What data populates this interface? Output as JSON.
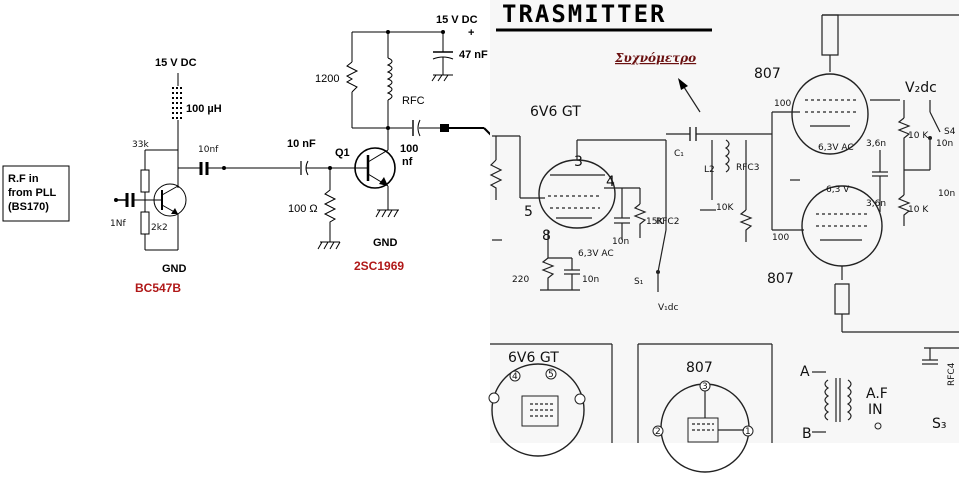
{
  "left": {
    "rf_box": [
      "R.F in",
      "from PLL",
      "(BS170)"
    ],
    "supply1": "15 V DC",
    "choke1": "100 µH",
    "r_33k": "33k",
    "c_10nf": "10nf",
    "c_1nf": "1Nf",
    "r_2k2": "2k2",
    "gnd1": "GND",
    "transistor1": "BC547B",
    "supply2": "15 V DC",
    "plus": "+",
    "c_47nf": "47 nF",
    "r_1200": "1200",
    "rfc": "RFC",
    "c_10nF": "10 nF",
    "q1": "Q1",
    "c_100nf_a": "100",
    "c_100nf_b": "nf",
    "r_100": "100 Ω",
    "gnd2": "GND",
    "transistor2": "2SC1969"
  },
  "right": {
    "title": "TRASMITTER",
    "meter": "Συχνόμετρο",
    "tube_6v6": "6V6 GT",
    "tube_807_top": "807",
    "tube_807_bottom": "807",
    "v2dc": "V₂dc",
    "v1dc": "V₁dc",
    "s1": "S₁",
    "s4": "S4",
    "s3": "S₃",
    "pin5": "5",
    "pin3": "3",
    "pin4": "4",
    "pin8": "8",
    "c1": "C₁",
    "rfc2": "RFC2",
    "rfc3": "RFC3",
    "l2": "L2",
    "r_15k": "15K",
    "r_10k": "10K",
    "c_10n": "10n",
    "r_220": "220",
    "c_10n_b": "10n",
    "heater1": "6,3V AC",
    "heater2": "6,3V AC",
    "heater3": "6,3 V",
    "r_100_a": "100",
    "r_100_b": "100",
    "c_3n6_a": "3,6n",
    "c_3n6_b": "3,6n",
    "r_10k_a": "10 K",
    "r_10k_b": "10 K",
    "c_10n_c": "10n",
    "c_10n_d": "10n",
    "rfc4": "RFC4",
    "pin_a": "A",
    "pin_b": "B",
    "af_in_a": "A.F",
    "af_in_b": "IN",
    "base_6v6": "6V6  GT",
    "base_807": "807",
    "base_pin4": "4",
    "base_pin5": "5",
    "base_pin3": "3",
    "base_pin2": "2",
    "base_pin1": "1"
  }
}
